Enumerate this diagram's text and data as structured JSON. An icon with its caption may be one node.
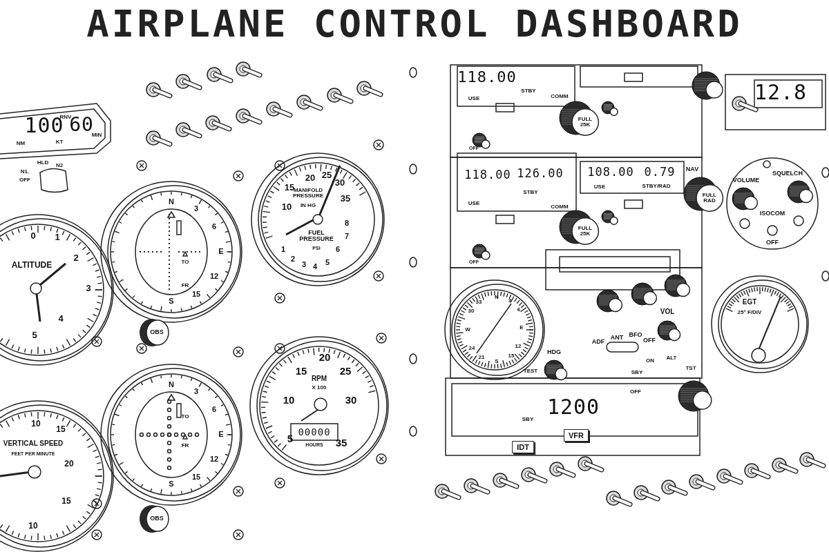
{
  "diagram": {
    "title": "AIRPLANE CONTROL DASHBOARD",
    "labels": [
      "NM",
      "100",
      "KT",
      "RNV",
      "60",
      "MIN",
      "HLD",
      "N2",
      "N1.",
      "OFF",
      "0",
      "1",
      "2",
      "3",
      "4",
      "5",
      "ALTITUDE",
      "N",
      "3",
      "6",
      "E",
      "12",
      "15",
      "S",
      "TO",
      "FR",
      "OBS",
      "20",
      "25",
      "30",
      "15",
      "35",
      "10",
      "MANIFOLD PRESSURE",
      "IN HG",
      "FUEL PRESSURE",
      "PSI",
      "8",
      "7",
      "1",
      "6",
      "2",
      "3",
      "4",
      "5",
      "10",
      "15",
      "VERTICAL SPEED",
      "FEET PER MINUTE",
      "20",
      "15",
      "10",
      "N",
      "3",
      "6",
      "E",
      "12",
      "15",
      "S",
      "TO",
      "FR",
      "OBS",
      "20",
      "15",
      "25",
      "RPM",
      "X 100",
      "10",
      "30",
      "5",
      "00000",
      "HOURS",
      "35",
      "118.00",
      "USE",
      "STBY",
      "COMM",
      "FULL 25K",
      "OFF",
      "12.8",
      "108.00",
      "0.79",
      "USE",
      "STBY/RAD",
      "NAV",
      "FULL RAD",
      "118.00",
      "126.00",
      "STBY",
      "USE",
      "COMM",
      "FULL 25K",
      "OFF",
      "VOLUME",
      "SQUELCH",
      "ISOCOM",
      "OFF",
      "N",
      "3",
      "6",
      "33",
      "30",
      "W",
      "E",
      "24",
      "12",
      "21",
      "S",
      "15",
      "VOL",
      "ADF",
      "ANT",
      "BFO",
      "OFF",
      "HDG",
      "TEST",
      "EGT",
      "25° F/DIV",
      "ON",
      "ALT",
      "TST",
      "SBY",
      "1200",
      "OFF",
      "SBY",
      "VFR",
      "IDT"
    ]
  }
}
